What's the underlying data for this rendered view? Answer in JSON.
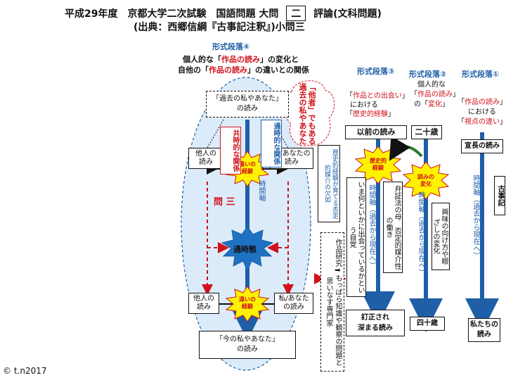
{
  "header": {
    "line1_a": "平成29年度　京都大学二次試験　国語問題 大問",
    "line1_box": "二",
    "line1_b": "評論(文科問題)",
    "line2": "(出典：西郷信綱『古事記注釈』)小問三"
  },
  "copyright": "© t.n2017",
  "p4": {
    "label": "形式段落④",
    "subtitle1_a": "個人的な「",
    "subtitle1_em": "作品の読み",
    "subtitle1_b": "」の変化と",
    "subtitle2_a": "自他の「",
    "subtitle2_em": "作品の読み",
    "subtitle2_b": "」の違いとの関係",
    "top_box_l1": "「過去の私やあなた」",
    "top_box_l2": "の読み",
    "bottom_box_l1": "「今の私やあなた」",
    "bottom_box_l2": "の読み",
    "others_top": "他人の\n読み",
    "self_top": "私/あなたの\n読み",
    "others_bottom": "他人の\n読み",
    "self_bottom": "私/あなた\nの読み",
    "burst_top": "違いの\n経験",
    "burst_bottom": "違いの\n経験",
    "center": "通時態",
    "question": "問 三",
    "time_axis": "時間軸",
    "sync_relation": "共時的な関係",
    "diachronic_relation": "通時的な関係",
    "cloud_text": "「他者」でもある過去の私やあなた",
    "side_note": "歴史的経験が育てる否定的媒介の欠如",
    "research_box": "作品研究➡もっぱら知識や観察の問題と思いなす専門家"
  },
  "p3": {
    "label": "形式段落③",
    "desc_l1_a": "「",
    "desc_l1_em": "作品との出会い",
    "desc_l1_b": "」",
    "desc_l2": "における",
    "desc_l3_a": "「",
    "desc_l3_em": "歴史的経験",
    "desc_l3_b": "」",
    "top_box": "以前の読み",
    "bottom_box": "訂正され\n深まる読み",
    "burst": "歴史的\n経験",
    "time_axis": "時間軸（過去から現在へ）",
    "note1": "いま何といかに出会っているかという自覚",
    "note2": "弁証法の母　否定的媒介性の働き"
  },
  "p2": {
    "label": "形式段落②",
    "desc_l1": "個人的な",
    "desc_l2_a": "「",
    "desc_l2_em": "作品の読み",
    "desc_l2_b": "」",
    "desc_l3_a": "の「",
    "desc_l3_em": "変化",
    "desc_l3_b": "」",
    "top_box": "二十歳",
    "bottom_box": "四十歳",
    "burst": "読みの\n変化",
    "time_axis": "時間軸（過去から現在へ）",
    "note": "興味の向け方や眼ざしの変化"
  },
  "p1": {
    "label": "形式段落①",
    "desc_l1_a": "「",
    "desc_l1_em": "作品の読み",
    "desc_l1_b": "」",
    "desc_l2": "における",
    "desc_l3_a": "「",
    "desc_l3_em": "視点の違い",
    "desc_l3_b": "」",
    "top_box": "宣長の読み",
    "bottom_box": "私たちの\n読み",
    "side_box": "古事記",
    "time_axis": "時間軸（過去から現在へ）"
  }
}
